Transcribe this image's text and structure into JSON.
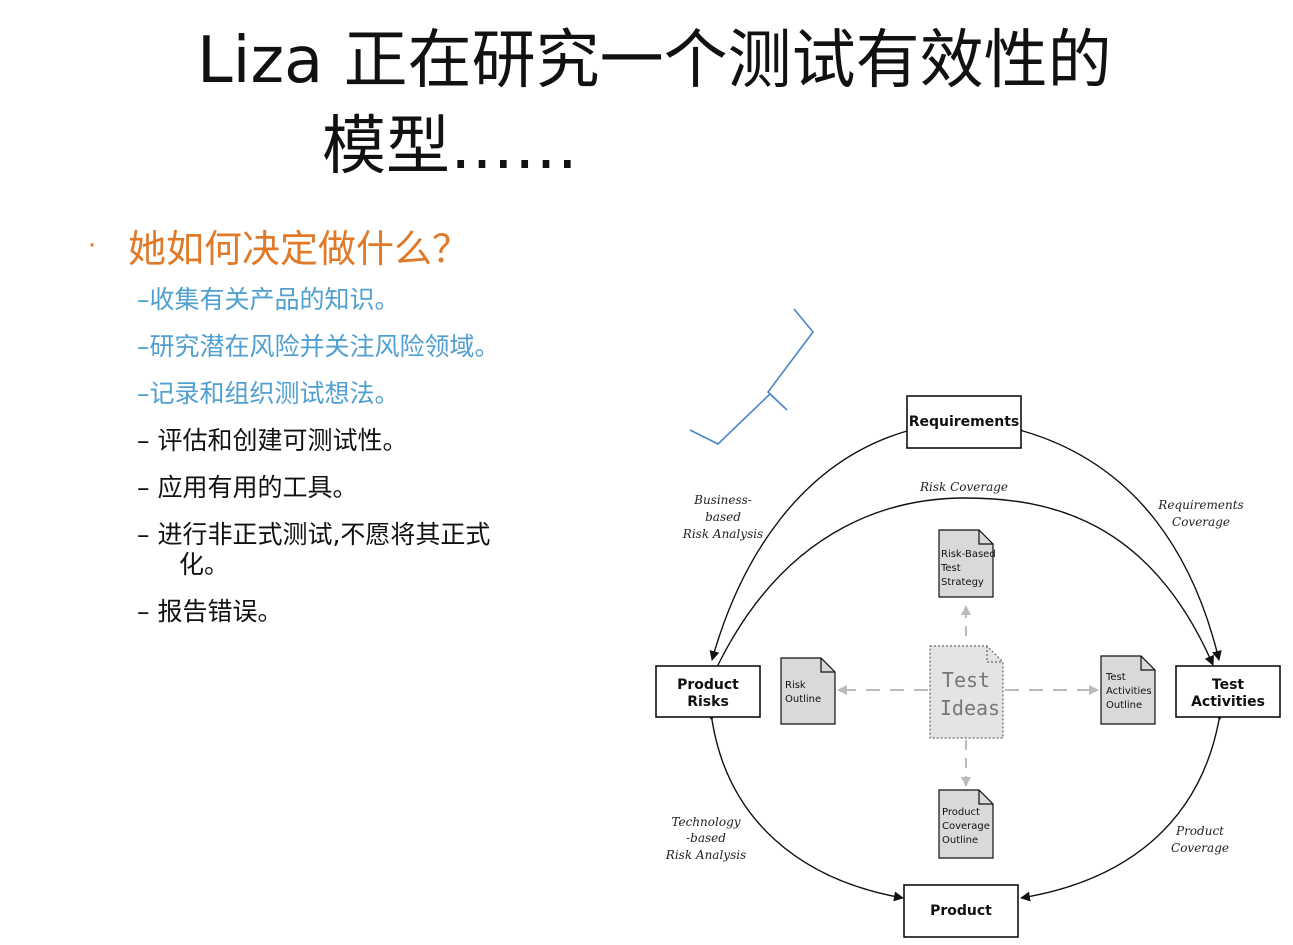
{
  "title": {
    "line1": "Liza 正在研究一个测试有效性的",
    "line2": "模型……"
  },
  "question": {
    "bullet": "·",
    "text": "她如何决定做什么？"
  },
  "steps": [
    {
      "text": "–收集有关产品的知识。"
    },
    {
      "text": "–研究潜在风险并关注风险领域。"
    },
    {
      "text": "–记录和组织测试想法。"
    },
    {
      "text": "– 评估和创建可测试性。"
    },
    {
      "text": "– 应用有用的工具。"
    },
    {
      "text": "– 进行非正式测试,不愿将其正式",
      "cont": "化。"
    },
    {
      "text": "– 报告错误。"
    }
  ],
  "colors": {
    "accent": "#e07a28",
    "highlight": "#4f9fd0",
    "text": "#111111"
  },
  "diagram": {
    "boxes": {
      "requirements": "Requirements",
      "product_risks": [
        "Product",
        "Risks"
      ],
      "test_activities": [
        "Test",
        "Activities"
      ],
      "product": "Product"
    },
    "edge_labels": {
      "risk_coverage": "Risk Coverage",
      "business": [
        "Business-",
        "based",
        "Risk Analysis"
      ],
      "requirements_coverage": [
        "Requirements",
        "Coverage"
      ],
      "technology": [
        "Technology",
        "-based",
        "Risk Analysis"
      ],
      "product_coverage": [
        "Product",
        "Coverage"
      ]
    },
    "docs": {
      "strategy": [
        "Risk-Based",
        "Test",
        "Strategy"
      ],
      "risk_outline": [
        "Risk",
        "Outline"
      ],
      "activities_outline": [
        "Test",
        "Activities",
        "Outline"
      ],
      "coverage_outline": [
        "Product",
        "Coverage",
        "Outline"
      ]
    },
    "center": [
      "Test",
      "Ideas"
    ]
  }
}
